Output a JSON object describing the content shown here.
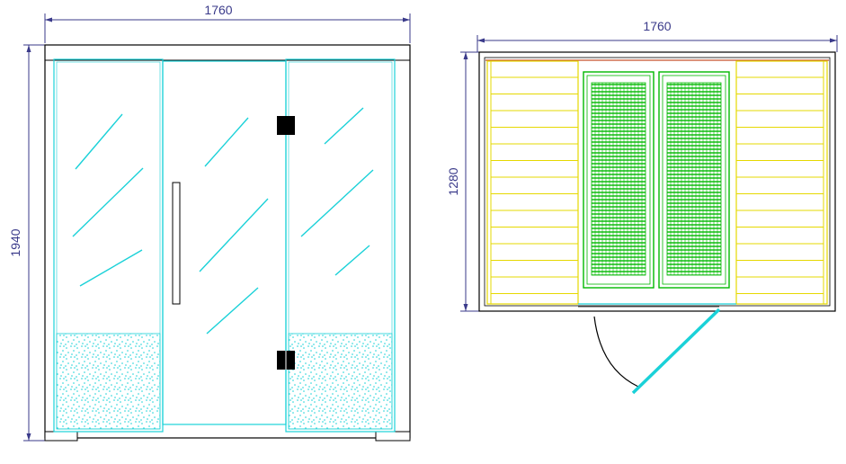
{
  "front_view": {
    "width_label": "1760",
    "height_label": "1940"
  },
  "plan_view": {
    "width_label": "1760",
    "depth_label": "1280"
  },
  "colors": {
    "outline": "#000000",
    "glass": "#1ad1d8",
    "dimension": "#3a3a8a",
    "bench": "#e6d800",
    "heater": "#00b800",
    "wall_inner": "#c8502a"
  }
}
